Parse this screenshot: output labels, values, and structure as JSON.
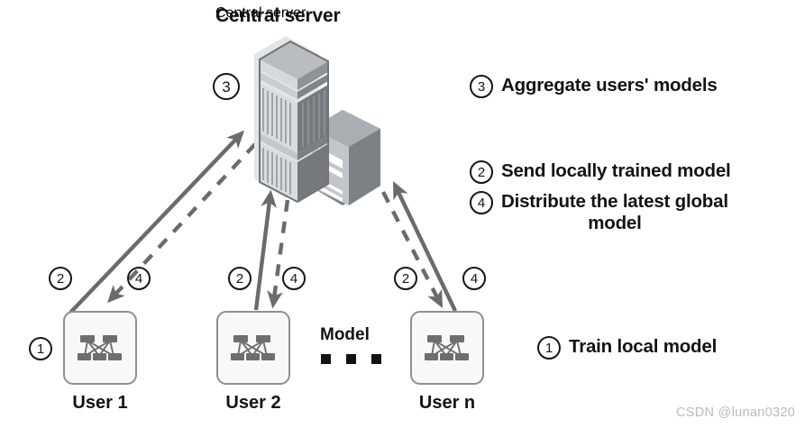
{
  "diagram": {
    "title": "Central server",
    "server_step_marker": "3",
    "model_label": "Model",
    "ellipsis_count": 3
  },
  "users": [
    {
      "label": "User 1",
      "step_marker": "1",
      "icon": "neural-network-icon",
      "up_marker": "2",
      "down_marker": "4"
    },
    {
      "label": "User 2",
      "step_marker": "",
      "icon": "neural-network-icon",
      "up_marker": "2",
      "down_marker": "4"
    },
    {
      "label": "User n",
      "step_marker": "",
      "icon": "neural-network-icon",
      "up_marker": "2",
      "down_marker": "4"
    }
  ],
  "legend": [
    {
      "marker": "3",
      "text": "Aggregate users' models",
      "second_line": ""
    },
    {
      "marker": "2",
      "text": "Send locally trained model",
      "second_line": ""
    },
    {
      "marker": "4",
      "text": "Distribute the latest global",
      "second_line": "model"
    },
    {
      "marker": "1",
      "text": "Train local model",
      "second_line": ""
    }
  ],
  "watermark": "CSDN @lunan0320",
  "colors": {
    "arrow": "#6b6b6b",
    "text": "#111315",
    "device_border": "#8c9093",
    "device_fill": "#f7f8f8",
    "icon": "#6e6e6e",
    "server_halo": "#e3e6e8",
    "server_dark": "#6f7478",
    "server_mid": "#8e9398",
    "server_light": "#b9bdc0",
    "watermark": "#b6bcc2"
  }
}
